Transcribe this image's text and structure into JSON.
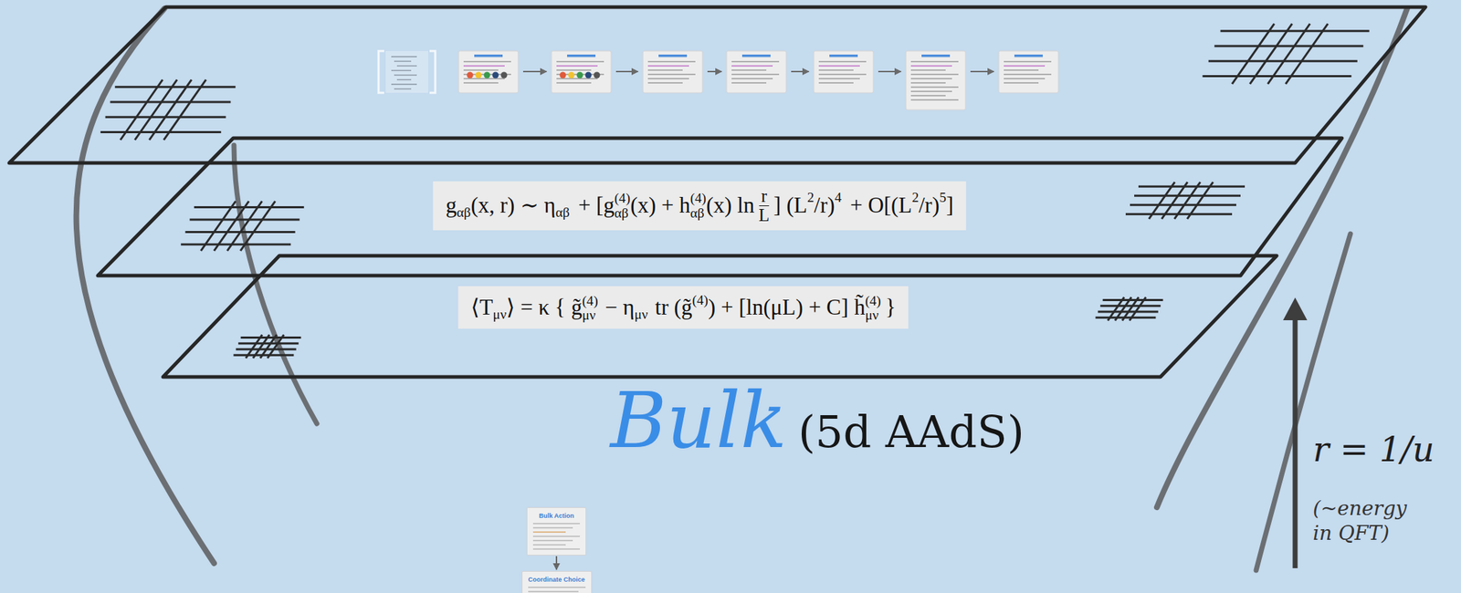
{
  "diagram": {
    "nodes": [
      {
        "text": [
          "Bulk Action"
        ]
      },
      {
        "text": [
          "Coordinate Choice"
        ]
      }
    ],
    "edges": [
      {
        "from": 0,
        "to": 1,
        "arrow": "to"
      }
    ],
    "labels": [
      "g",
      "αβ",
      "(x, r) ∼ η",
      "αβ",
      "+ [g",
      "(4)",
      "αβ",
      "(x) + h",
      "(4)",
      "αβ",
      "(x) ln",
      "r",
      "L",
      "] (L",
      "2",
      "/r)",
      "4",
      "+ O[(L",
      "2",
      "/r)",
      "5",
      "]",
      "⟨T",
      "μν",
      "⟩ = κ {",
      "g̃",
      "(4)",
      "μν",
      "− η",
      "μν",
      "tr (g̃",
      "(4)",
      ") + [ln(μL) + C]",
      "h̃",
      "(4)",
      "μν",
      "}",
      "Bulk",
      "(5d AAdS)",
      "r = 1/u",
      "(~energy in QFT)"
    ]
  }
}
